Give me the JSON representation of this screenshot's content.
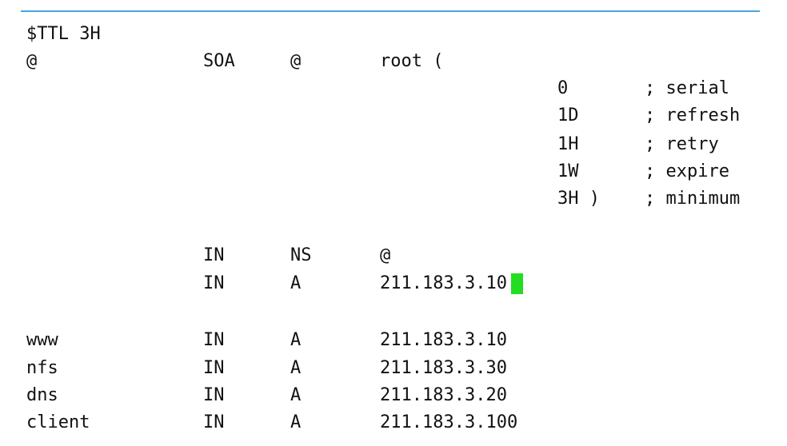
{
  "zone_file": {
    "ttl": "$TTL 3H",
    "soa": {
      "name": "@",
      "type": "SOA",
      "origin": "@",
      "contact": "root (",
      "serial": {
        "value": "0",
        "comment": "; serial"
      },
      "refresh": {
        "value": "1D",
        "comment": "; refresh"
      },
      "retry": {
        "value": "1H",
        "comment": "; retry"
      },
      "expire": {
        "value": "1W",
        "comment": "; expire"
      },
      "minimum": {
        "value": "3H )",
        "comment": "; minimum"
      }
    },
    "apex_records": [
      {
        "class": "IN",
        "type": "NS",
        "data": "@"
      },
      {
        "class": "IN",
        "type": "A",
        "data": "211.183.3.10"
      }
    ],
    "host_records": [
      {
        "name": "www",
        "class": "IN",
        "type": "A",
        "data": "211.183.3.10"
      },
      {
        "name": "nfs",
        "class": "IN",
        "type": "A",
        "data": "211.183.3.30"
      },
      {
        "name": "dns",
        "class": "IN",
        "type": "A",
        "data": "211.183.3.20"
      },
      {
        "name": "client",
        "class": "IN",
        "type": "A",
        "data": "211.183.3.100"
      }
    ]
  }
}
